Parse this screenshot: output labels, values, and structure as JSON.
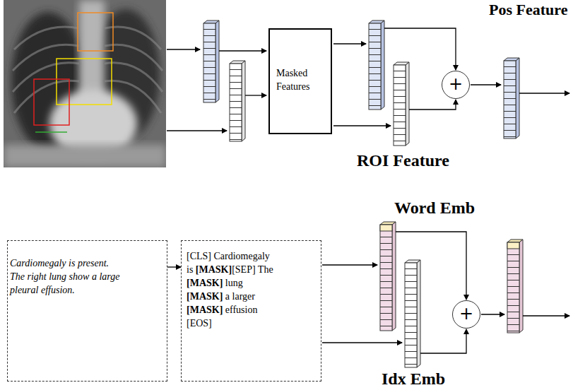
{
  "diagram": {
    "nodes": [
      {
        "text": [
          "Masked Features"
        ]
      },
      {
        "text": [
          "+"
        ]
      },
      {
        "text": [
          "Cardiomegaly is present. The right lung show a large pleural effusion."
        ]
      },
      {
        "text": [
          "[CLS] Cardiomegaly is [MASK][SEP] The [MASK] lung [MASK] a larger [MASK] effusion [EOS]"
        ]
      },
      {
        "text": [
          "+"
        ]
      }
    ],
    "edges": [
      {
        "from": 2,
        "to": 3,
        "arrow": "to"
      }
    ],
    "labels": [
      "Pos Feature",
      "ROI Feature",
      "Word Emb",
      "Idx Emb"
    ]
  }
}
